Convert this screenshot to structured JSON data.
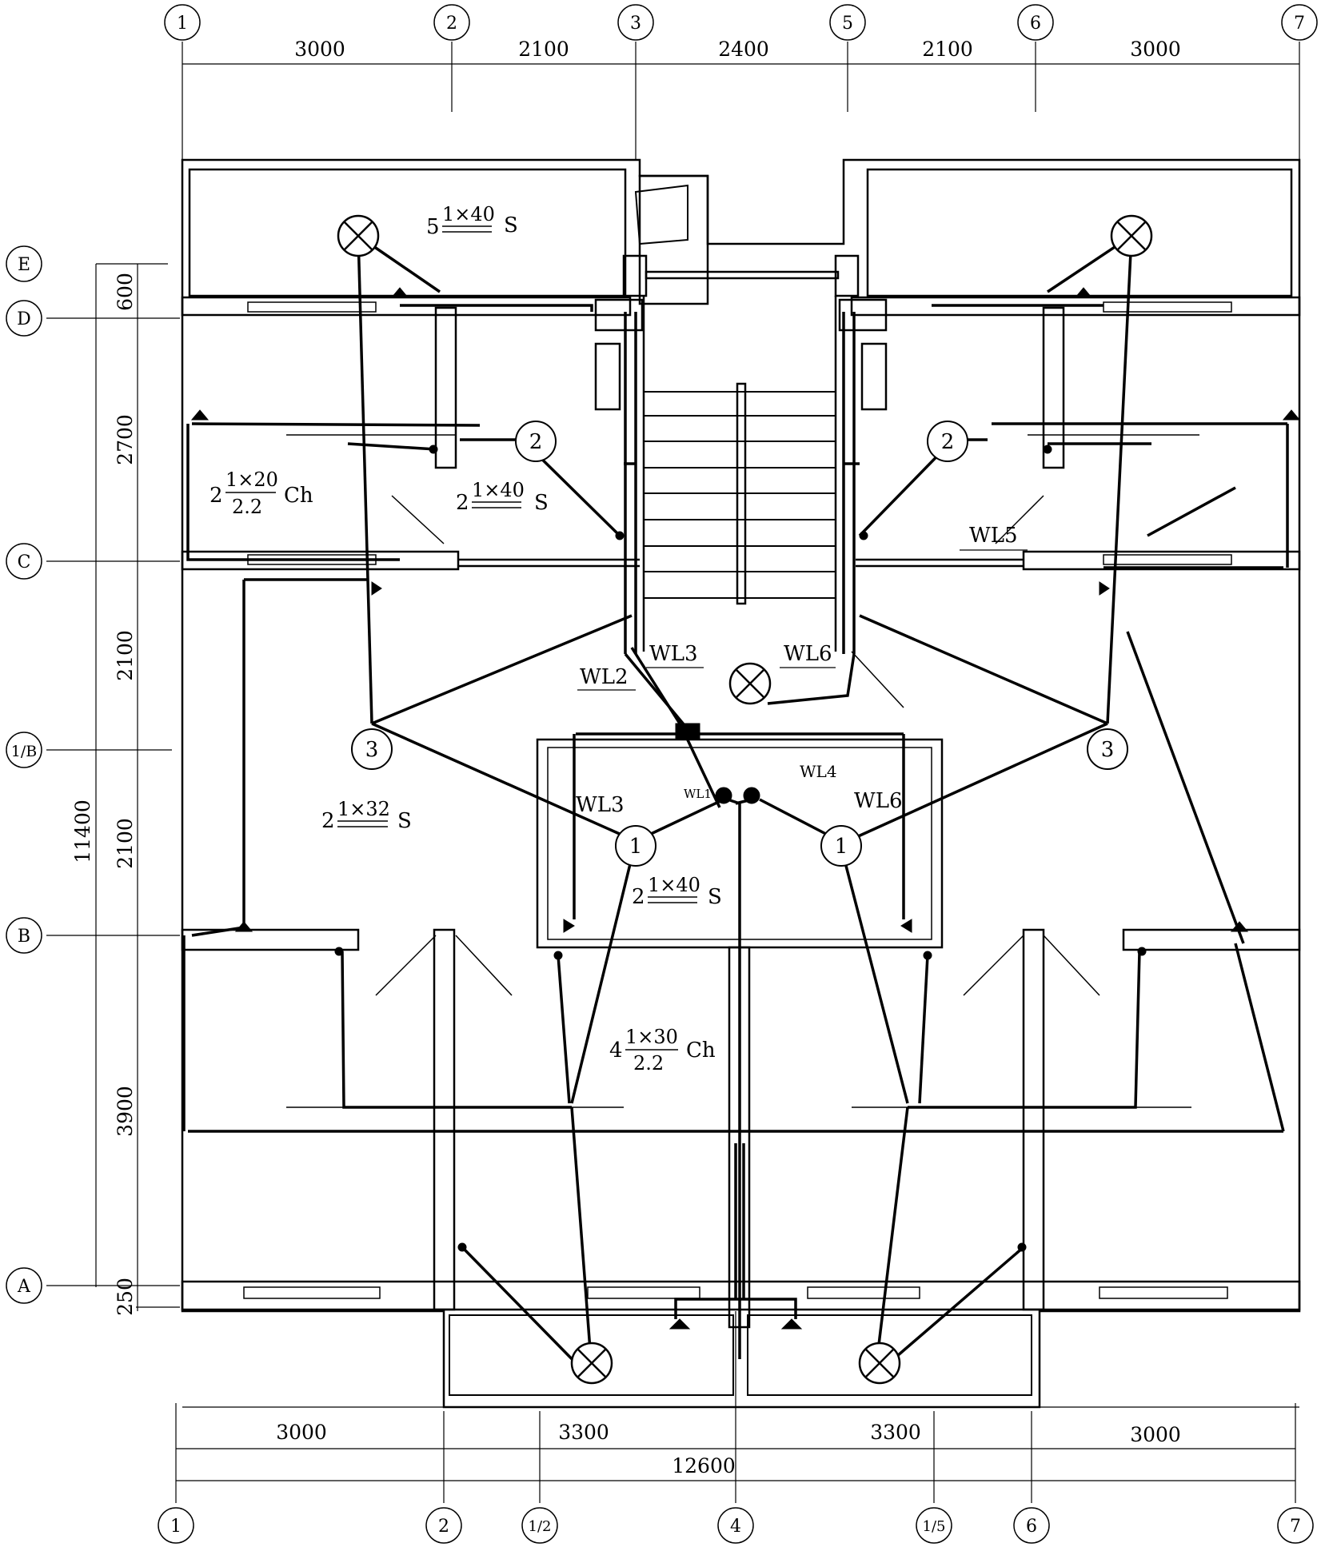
{
  "axes": {
    "top": [
      "1",
      "2",
      "3",
      "5",
      "6",
      "7"
    ],
    "bottom": [
      "1",
      "2",
      "1/2",
      "4",
      "1/5",
      "6",
      "7"
    ],
    "left": [
      "E",
      "D",
      "C",
      "1/B",
      "B",
      "A"
    ]
  },
  "dimensions": {
    "top": [
      "3000",
      "2100",
      "2400",
      "2100",
      "3000"
    ],
    "bottom": [
      "3000",
      "3300",
      "3300",
      "3000"
    ],
    "bottom_total": "12600",
    "left": [
      "600",
      "2700",
      "2100",
      "2100",
      "3900",
      "250"
    ],
    "left_total": "11400"
  },
  "lamp_labels": [
    {
      "count": "5",
      "num": "1×40",
      "den": "",
      "suffix": "S"
    },
    {
      "count": "2",
      "num": "1×20",
      "den": "2.2",
      "suffix": "Ch"
    },
    {
      "count": "2",
      "num": "1×40",
      "den": "",
      "suffix": "S"
    },
    {
      "count": "2",
      "num": "1×32",
      "den": "",
      "suffix": "S"
    },
    {
      "count": "2",
      "num": "1×40",
      "den": "",
      "suffix": "S"
    },
    {
      "count": "4",
      "num": "1×30",
      "den": "2.2",
      "suffix": "Ch"
    }
  ],
  "circuits": [
    "WL5",
    "WL3",
    "WL2",
    "WL6",
    "WL4",
    "WL1",
    "WL3",
    "WL6"
  ],
  "node_labels": [
    "2",
    "2",
    "3",
    "3",
    "1",
    "1"
  ]
}
